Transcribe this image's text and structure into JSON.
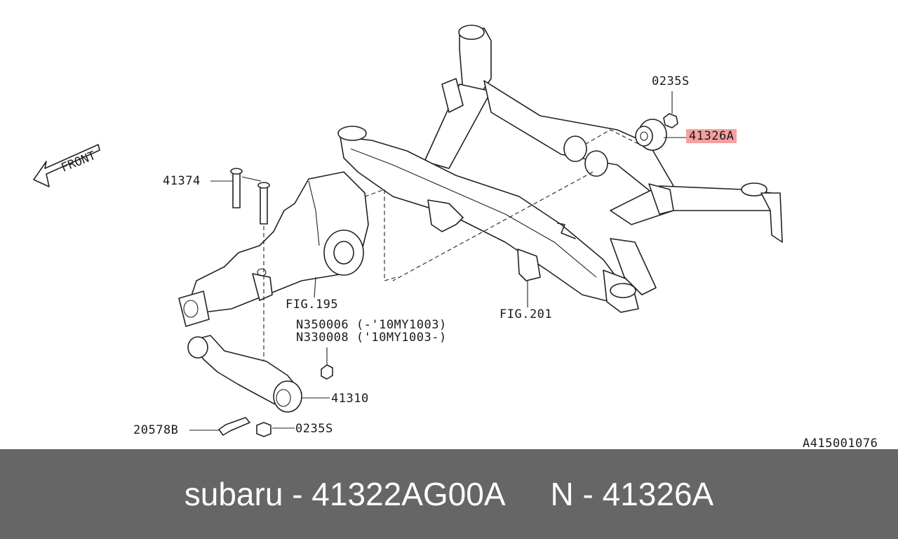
{
  "diagram": {
    "front_label": "FRONT",
    "labels": {
      "l_0235s_top": "0235S",
      "l_41326a": "41326A",
      "l_41374": "41374",
      "l_fig195": "FIG.195",
      "l_fig201": "FIG.201",
      "l_n350006": "N350006 (-'10MY1003)",
      "l_n330008": "N330008 ('10MY1003-)",
      "l_41310": "41310",
      "l_20578b": "20578B",
      "l_0235s_bottom": "0235S",
      "l_ref": "A415001076"
    },
    "highlight_color": "#f5a0a0"
  },
  "footer": {
    "left_text": "subaru - 41322AG00A",
    "right_text": "N - 41326A",
    "background": "#666666"
  }
}
